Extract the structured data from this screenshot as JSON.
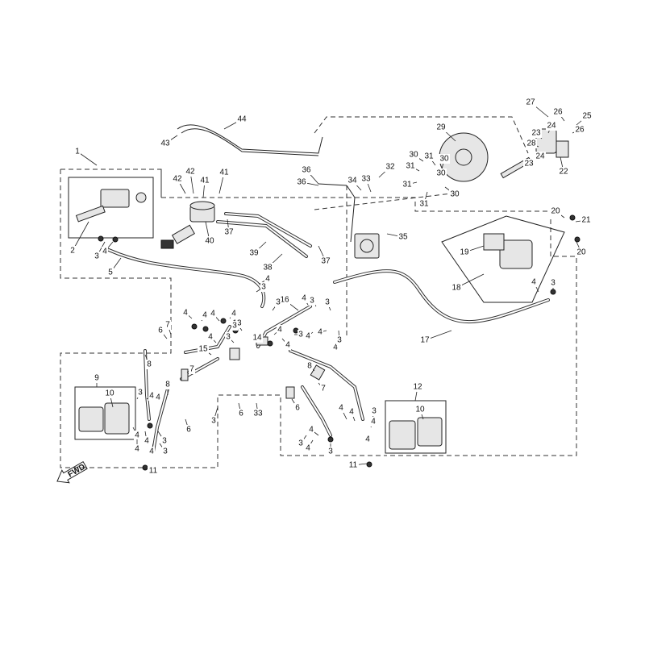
{
  "callouts": [
    {
      "label": "1"
    },
    {
      "label": "2"
    },
    {
      "label": "3"
    },
    {
      "label": "4"
    },
    {
      "label": "5"
    },
    {
      "label": "44"
    },
    {
      "label": "43"
    },
    {
      "label": "42"
    },
    {
      "label": "42"
    },
    {
      "label": "41"
    },
    {
      "label": "41"
    },
    {
      "label": "40"
    },
    {
      "label": "37"
    },
    {
      "label": "39"
    },
    {
      "label": "38"
    },
    {
      "label": "37"
    },
    {
      "label": "36"
    },
    {
      "label": "36"
    },
    {
      "label": "34"
    },
    {
      "label": "33"
    },
    {
      "label": "32"
    },
    {
      "label": "35"
    },
    {
      "label": "29"
    },
    {
      "label": "30"
    },
    {
      "label": "31"
    },
    {
      "label": "30"
    },
    {
      "label": "31"
    },
    {
      "label": "30"
    },
    {
      "label": "31"
    },
    {
      "label": "31"
    },
    {
      "label": "30"
    },
    {
      "label": "27"
    },
    {
      "label": "26"
    },
    {
      "label": "25"
    },
    {
      "label": "24"
    },
    {
      "label": "23"
    },
    {
      "label": "28"
    },
    {
      "label": "24"
    },
    {
      "label": "23"
    },
    {
      "label": "22"
    },
    {
      "label": "26"
    },
    {
      "label": "20"
    },
    {
      "label": "21"
    },
    {
      "label": "20"
    },
    {
      "label": "19"
    },
    {
      "label": "18"
    },
    {
      "label": "17"
    },
    {
      "label": "16"
    },
    {
      "label": "15"
    },
    {
      "label": "14"
    },
    {
      "label": "13"
    },
    {
      "label": "12"
    },
    {
      "label": "11"
    },
    {
      "label": "11"
    },
    {
      "label": "10"
    },
    {
      "label": "10"
    },
    {
      "label": "9"
    },
    {
      "label": "8"
    },
    {
      "label": "8"
    },
    {
      "label": "8"
    },
    {
      "label": "7"
    },
    {
      "label": "7"
    },
    {
      "label": "7"
    },
    {
      "label": "6"
    },
    {
      "label": "6"
    },
    {
      "label": "6"
    },
    {
      "label": "6"
    },
    {
      "label": "33"
    },
    {
      "label": "3"
    },
    {
      "label": "4"
    },
    {
      "label": "3"
    },
    {
      "label": "4"
    },
    {
      "label": "3"
    },
    {
      "label": "4"
    },
    {
      "label": "4"
    },
    {
      "label": "3"
    },
    {
      "label": "4"
    },
    {
      "label": "4"
    },
    {
      "label": "3"
    },
    {
      "label": "4"
    },
    {
      "label": "3"
    },
    {
      "label": "4"
    },
    {
      "label": "3"
    },
    {
      "label": "4"
    },
    {
      "label": "4"
    },
    {
      "label": "3"
    },
    {
      "label": "4"
    },
    {
      "label": "4"
    },
    {
      "label": "3"
    },
    {
      "label": "4"
    },
    {
      "label": "4"
    },
    {
      "label": "3"
    },
    {
      "label": "4"
    },
    {
      "label": "3"
    },
    {
      "label": "4"
    },
    {
      "label": "4"
    },
    {
      "label": "3"
    },
    {
      "label": "4"
    },
    {
      "label": "4"
    },
    {
      "label": "4"
    },
    {
      "label": "3"
    },
    {
      "label": "4"
    },
    {
      "label": "4"
    },
    {
      "label": "3"
    },
    {
      "label": "3"
    },
    {
      "label": "4"
    },
    {
      "label": "4"
    },
    {
      "label": "4"
    },
    {
      "label": "3"
    }
  ],
  "fwd_badge": "FWD"
}
